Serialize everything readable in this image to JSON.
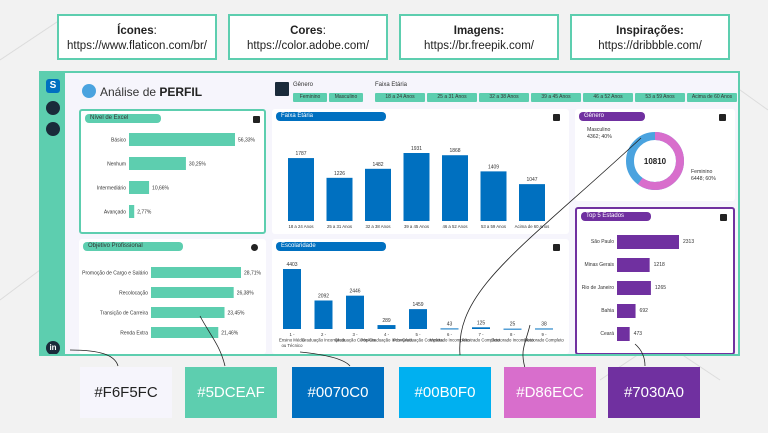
{
  "credits": [
    {
      "title": "Ícones",
      "colon": ":",
      "url": "https://www.flaticon.com/br/"
    },
    {
      "title": "Cores",
      "colon": ":",
      "url": "https://color.adobe.com/"
    },
    {
      "title": "Imagens:",
      "colon": "",
      "url": "https://br.freepik.com/"
    },
    {
      "title": "Inspirações:",
      "colon": "",
      "url": "https://dribbble.com/"
    }
  ],
  "dashboard": {
    "title_prefix": "Análise de ",
    "title_bold": "PERFIL",
    "genero_label": "Gênero",
    "genero_chips": [
      "Feminino",
      "Masculino"
    ],
    "faixa_label": "Faixa Etária",
    "faixa_chips": [
      "18 a 24 Anos",
      "25 a 31 Anos",
      "32 a 38 Anos",
      "39 a 45 Anos",
      "46 a 52 Anos",
      "53 a 59 Anos",
      "Acima de 60 Anos"
    ]
  },
  "excel": {
    "header": "Nível de Excel",
    "labels": [
      "Básico",
      "Nenhum",
      "Intermediário",
      "Avançado"
    ],
    "values": [
      56.33,
      30.25,
      10.66,
      2.77
    ],
    "value_labels": [
      "56,33%",
      "30,25%",
      "10,66%",
      "2,77%"
    ]
  },
  "objetivo": {
    "header": "Objetivo Profissional",
    "labels": [
      "Promoção de Cargo e Salário",
      "Recolocação",
      "Transição de Carreira",
      "Renda Extra"
    ],
    "values": [
      28.71,
      26.38,
      23.45,
      21.46
    ],
    "value_labels": [
      "28,71%",
      "26,38%",
      "23,45%",
      "21,46%"
    ]
  },
  "faixa": {
    "header": "Faixa Etária",
    "categories": [
      "18 a 24 Anos",
      "25 a 31 Anos",
      "32 a 38 Anos",
      "39 a 45 Anos",
      "46 a 52 Anos",
      "53 a 59 Anos",
      "Acima de 60 Anos"
    ],
    "values": [
      1787,
      1226,
      1482,
      1931,
      1868,
      1409,
      1047
    ]
  },
  "escolaridade": {
    "header": "Escolaridade",
    "categories": [
      "1 - Ensino Médio ou Técnico",
      "2 - Graduação Incompleta",
      "3 - Graduação Completa",
      "4 - Pós-Graduação Incompleta",
      "5 - Pós-Graduação Completa",
      "6 - Mestrado Incompleto",
      "7 - Mestrado Completo",
      "8 - Doutorado Incompleto",
      "9 - Doutorado Completo"
    ],
    "values": [
      4403,
      2092,
      2446,
      289,
      1459,
      43,
      125,
      25,
      38
    ]
  },
  "genero": {
    "header": "Gênero",
    "total": "10810",
    "masc_label": "Masculino",
    "masc_value": "4362; 40%",
    "fem_label": "Feminino",
    "fem_value": "6448; 60%",
    "fem_share": 0.6
  },
  "estados": {
    "header": "Top 5 Estados",
    "labels": [
      "São Paulo",
      "Minas Gerais",
      "Rio de Janeiro",
      "Bahia",
      "Ceará"
    ],
    "values": [
      2313,
      1218,
      1265,
      692,
      473
    ]
  },
  "swatches": [
    {
      "hex": "#F6F5FC",
      "label": "#F6F5FC",
      "text": "#222222"
    },
    {
      "hex": "#5DCEAF",
      "label": "#5DCEAF",
      "text": "#ffffff"
    },
    {
      "hex": "#0070C0",
      "label": "#0070C0",
      "text": "#ffffff"
    },
    {
      "hex": "#00B0F0",
      "label": "#00B0F0",
      "text": "#ffffff"
    },
    {
      "hex": "#D86ECC",
      "label": "#D86ECC",
      "text": "#ffffff"
    },
    {
      "hex": "#7030A0",
      "label": "#7030A0",
      "text": "#ffffff"
    }
  ]
}
